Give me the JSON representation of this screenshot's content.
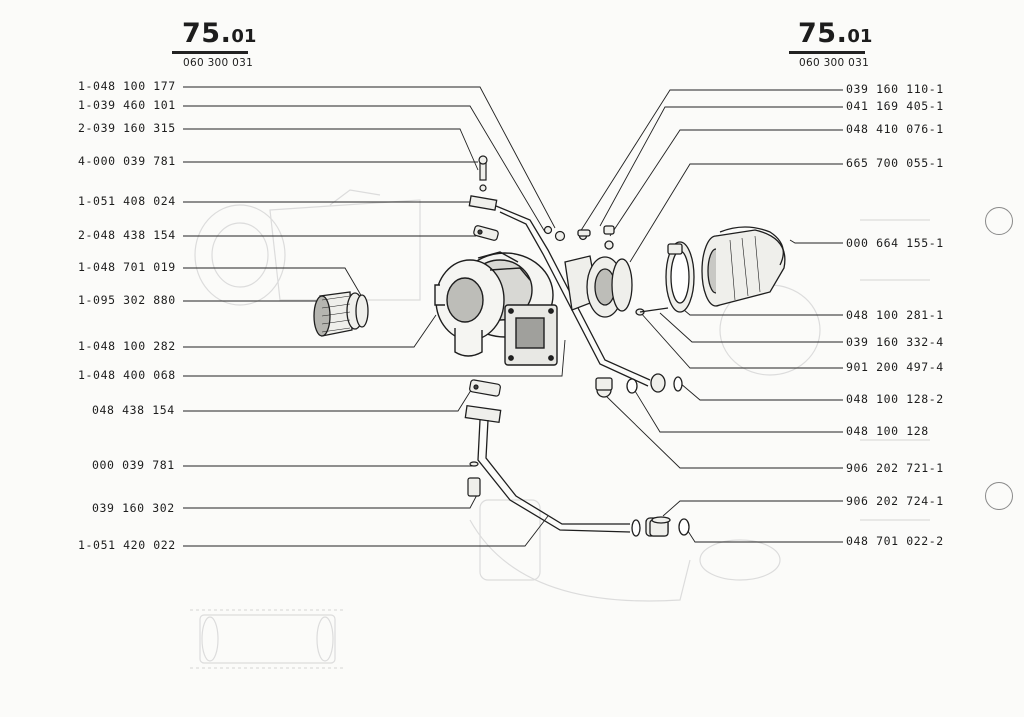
{
  "header": {
    "left": {
      "main": "75.",
      "sub": "01",
      "code": "060 300 031"
    },
    "right": {
      "main": "75.",
      "sub": "01",
      "code": "060 300 031"
    }
  },
  "left_labels": [
    "1-048 100 177",
    "1-039 460 101",
    "2-039 160 315",
    "4-000 039 781",
    "1-051 408 024",
    "2-048 438 154",
    "1-048 701 019",
    "1-095 302 880",
    "1-048 100 282",
    "1-048 400 068",
    "048 438 154",
    "000 039 781",
    "039 160 302",
    "1-051 420 022"
  ],
  "right_labels": [
    "039 160 110-1",
    "041 169 405-1",
    "048 410 076-1",
    "665 700 055-1",
    "000 664 155-1",
    "048 100 281-1",
    "039 160 332-4",
    "901 200 497-4",
    "048 100 128-2",
    "048 100 128",
    "906 202 721-1",
    "906 202 724-1",
    "048 701 022-2"
  ]
}
